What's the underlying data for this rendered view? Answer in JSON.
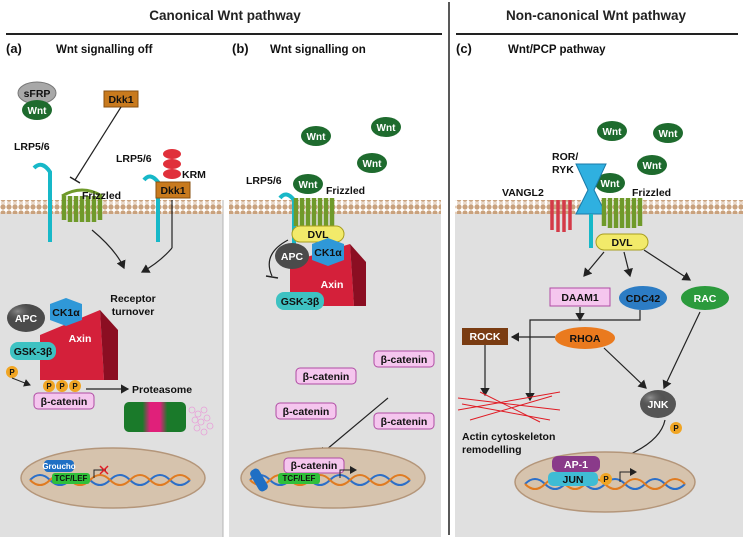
{
  "headers": {
    "canonical": "Canonical Wnt pathway",
    "noncanonical": "Non-canonical Wnt pathway"
  },
  "panels": {
    "a": {
      "letter": "(a)",
      "title": "Wnt signalling off"
    },
    "b": {
      "letter": "(b)",
      "title": "Wnt signalling on"
    },
    "c": {
      "letter": "(c)",
      "title": "Wnt/PCP pathway"
    }
  },
  "labels": {
    "sfrp": "sFRP",
    "wnt": "Wnt",
    "dkk1": "Dkk1",
    "lrp": "LRP5/6",
    "frizzled": "Frizzled",
    "krm": "KRM",
    "receptor_turnover_1": "Receptor",
    "receptor_turnover_2": "turnover",
    "apc": "APC",
    "ck1": "CK1α",
    "axin": "Axin",
    "gsk": "GSK-3β",
    "p": "P",
    "bcat": "β-catenin",
    "proteasome": "Proteasome",
    "groucho": "Groucho",
    "tcf": "TCF/LEF",
    "dvl": "DVL",
    "ror_1": "ROR/",
    "ror_2": "RYK",
    "vangl": "VANGL2",
    "daam": "DAAM1",
    "cdc42": "CDC42",
    "rac": "RAC",
    "rock": "ROCK",
    "rhoa": "RHOA",
    "jnk": "JNK",
    "actin_1": "Actin cytoskeleton",
    "actin_2": "remodelling",
    "ap1": "AP-1",
    "jun": "JUN"
  },
  "colors": {
    "wnt": "#1e6b2e",
    "dkk1": "#c87a1e",
    "lrp": "#17b8c8",
    "frizzled": "#6f9a2a",
    "membrane": "#c9a27e",
    "cytoplasm": "#e0e0e0",
    "nucleus": "#d6c3ad",
    "apc": "#4b4b4b",
    "ck1": "#2f98d8",
    "axin": "#d4203a",
    "gsk": "#3ec2c2",
    "bcat_fill": "#f5c6ee",
    "bcat_stroke": "#b04ca4",
    "phospho": "#f0a524",
    "dvl": "#f2ea6a",
    "cdc42": "#2c7cc4",
    "rac": "#2b9a3c",
    "rock": "#7a3c12",
    "rhoa": "#ea7a1e",
    "jnk": "#555555",
    "ap1": "#8a3a8a",
    "jun": "#3fbcd4",
    "actin": "#e01b24"
  }
}
